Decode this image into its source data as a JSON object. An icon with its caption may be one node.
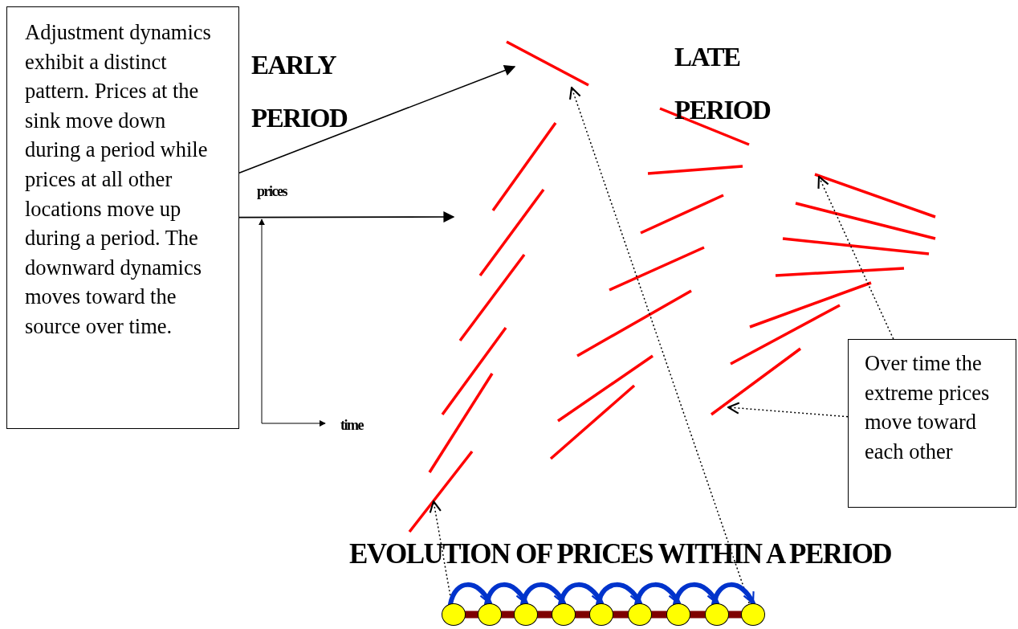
{
  "diagram": {
    "nodes": [
      {
        "text": [
          "Adjustment dynamics exhibit a distinct pattern. Prices at the sink move down during a period while prices at all other locations move up during a period. The downward dynamics moves toward the source over time."
        ]
      },
      {
        "text": [
          "Over time the extreme prices move toward each other"
        ]
      },
      {
        "text": [],
        "shape": "circle"
      },
      {
        "text": [],
        "shape": "circle"
      },
      {
        "text": [],
        "shape": "circle"
      },
      {
        "text": [],
        "shape": "circle"
      },
      {
        "text": [],
        "shape": "circle"
      },
      {
        "text": [],
        "shape": "circle"
      },
      {
        "text": [],
        "shape": "circle"
      },
      {
        "text": [],
        "shape": "circle"
      },
      {
        "text": [],
        "shape": "circle"
      }
    ],
    "edges": [
      {
        "from": 0,
        "to": null,
        "arrow": "to",
        "color": "#000000"
      },
      {
        "from": 0,
        "to": null,
        "arrow": "to",
        "color": "#000000"
      },
      {
        "from": 1,
        "to": null,
        "arrow": "to",
        "style": "dashed",
        "color": "#000000"
      },
      {
        "from": 1,
        "to": null,
        "arrow": "to",
        "style": "dashed",
        "color": "#000000"
      },
      {
        "from": 2,
        "to": null,
        "arrow": "to",
        "style": "dashed",
        "color": "#000000"
      },
      {
        "from": 10,
        "to": null,
        "arrow": "to",
        "style": "dashed",
        "color": "#000000"
      },
      {
        "from": 2,
        "to": 3,
        "arrow": "to",
        "color": "#0033cc"
      },
      {
        "from": 3,
        "to": 4,
        "arrow": "to",
        "color": "#0033cc"
      },
      {
        "from": 4,
        "to": 5,
        "arrow": "to",
        "color": "#0033cc"
      },
      {
        "from": 5,
        "to": 6,
        "arrow": "to",
        "color": "#0033cc"
      },
      {
        "from": 6,
        "to": 7,
        "arrow": "to",
        "color": "#0033cc"
      },
      {
        "from": 7,
        "to": 8,
        "arrow": "to",
        "color": "#0033cc"
      },
      {
        "from": 8,
        "to": 9,
        "arrow": "to",
        "color": "#0033cc"
      },
      {
        "from": 9,
        "to": 10,
        "arrow": "to",
        "color": "#0033cc"
      },
      {
        "from": 2,
        "to": 3,
        "arrow": "none",
        "color": "#7f0000"
      },
      {
        "from": 3,
        "to": 4,
        "arrow": "none",
        "color": "#7f0000"
      },
      {
        "from": 4,
        "to": 5,
        "arrow": "none",
        "color": "#7f0000"
      },
      {
        "from": 5,
        "to": 6,
        "arrow": "none",
        "color": "#7f0000"
      },
      {
        "from": 6,
        "to": 7,
        "arrow": "none",
        "color": "#7f0000"
      },
      {
        "from": 7,
        "to": 8,
        "arrow": "none",
        "color": "#7f0000"
      },
      {
        "from": 8,
        "to": 9,
        "arrow": "none",
        "color": "#7f0000"
      },
      {
        "from": 9,
        "to": 10,
        "arrow": "none",
        "color": "#7f0000"
      }
    ],
    "labels": [
      "EARLY PERIOD",
      "LATE PERIOD",
      "prices",
      "time",
      "EVOLUTION OF PRICES WITHIN A PERIOD"
    ]
  }
}
